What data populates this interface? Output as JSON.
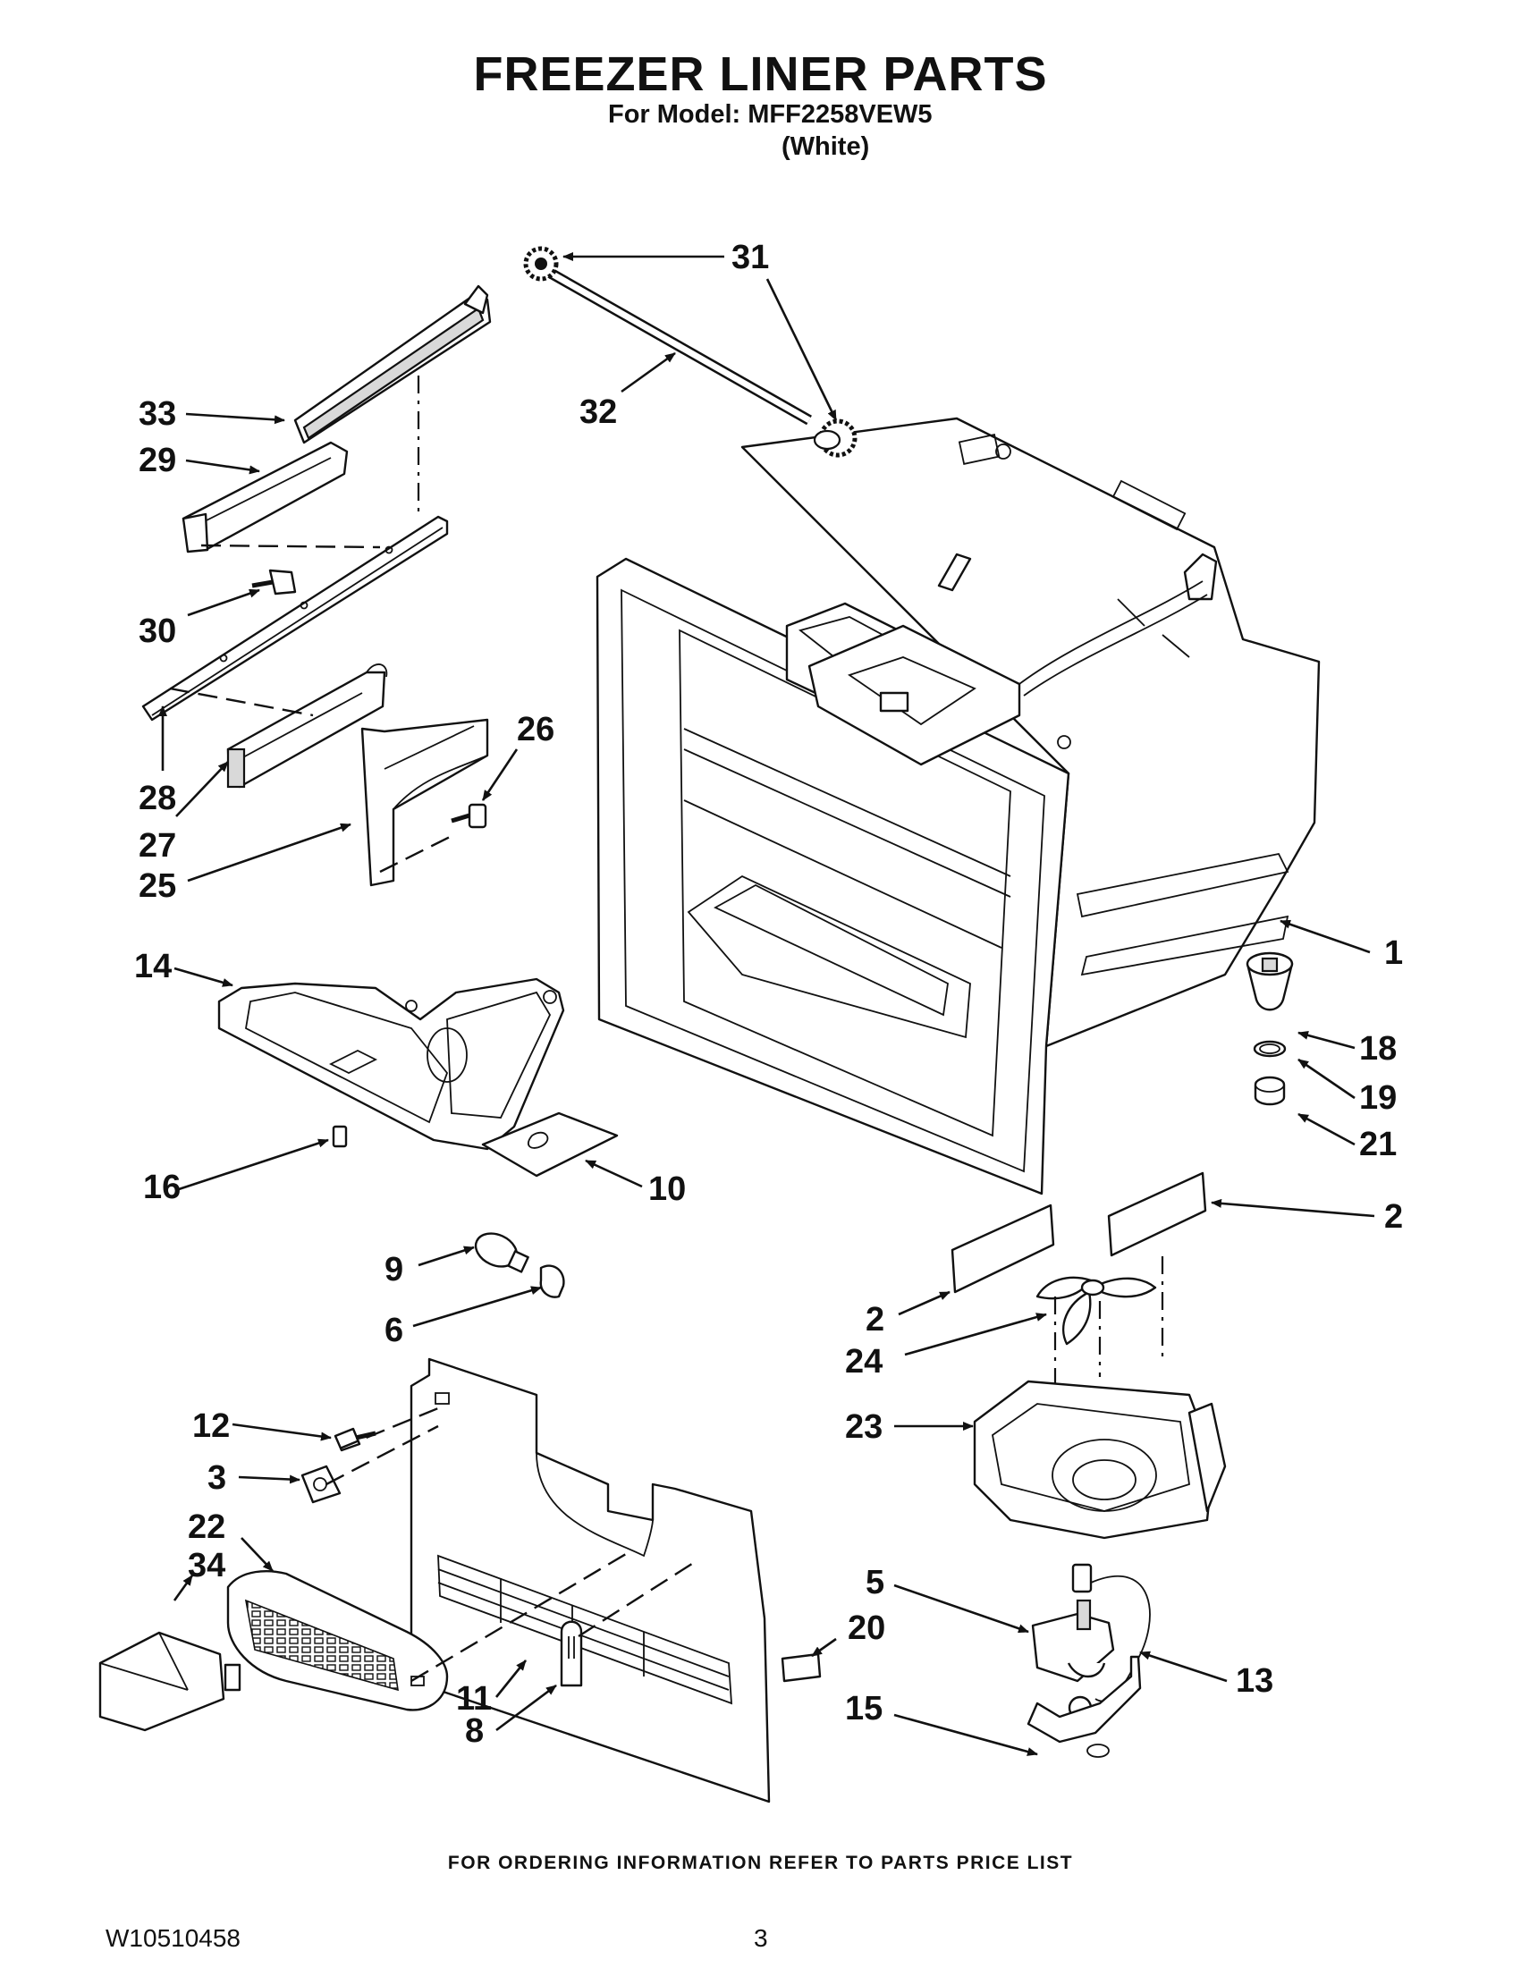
{
  "header": {
    "title": "FREEZER LINER PARTS",
    "model_line": "For Model: MFF2258VEW5",
    "color_line": "(White)"
  },
  "footer": {
    "ordering_note": "FOR ORDERING INFORMATION REFER TO PARTS PRICE LIST",
    "document_number": "W10510458",
    "page_number": "3"
  },
  "callouts": {
    "p1": "1",
    "p2a": "2",
    "p2b": "2",
    "p3": "3",
    "p5": "5",
    "p6": "6",
    "p8": "8",
    "p9": "9",
    "p10": "10",
    "p11": "11",
    "p12": "12",
    "p13": "13",
    "p14": "14",
    "p15": "15",
    "p16": "16",
    "p18": "18",
    "p19": "19",
    "p20": "20",
    "p21": "21",
    "p22": "22",
    "p23": "23",
    "p24": "24",
    "p25": "25",
    "p26": "26",
    "p27": "27",
    "p28": "28",
    "p29": "29",
    "p30": "30",
    "p31": "31",
    "p32": "32",
    "p33": "33",
    "p34": "34"
  }
}
